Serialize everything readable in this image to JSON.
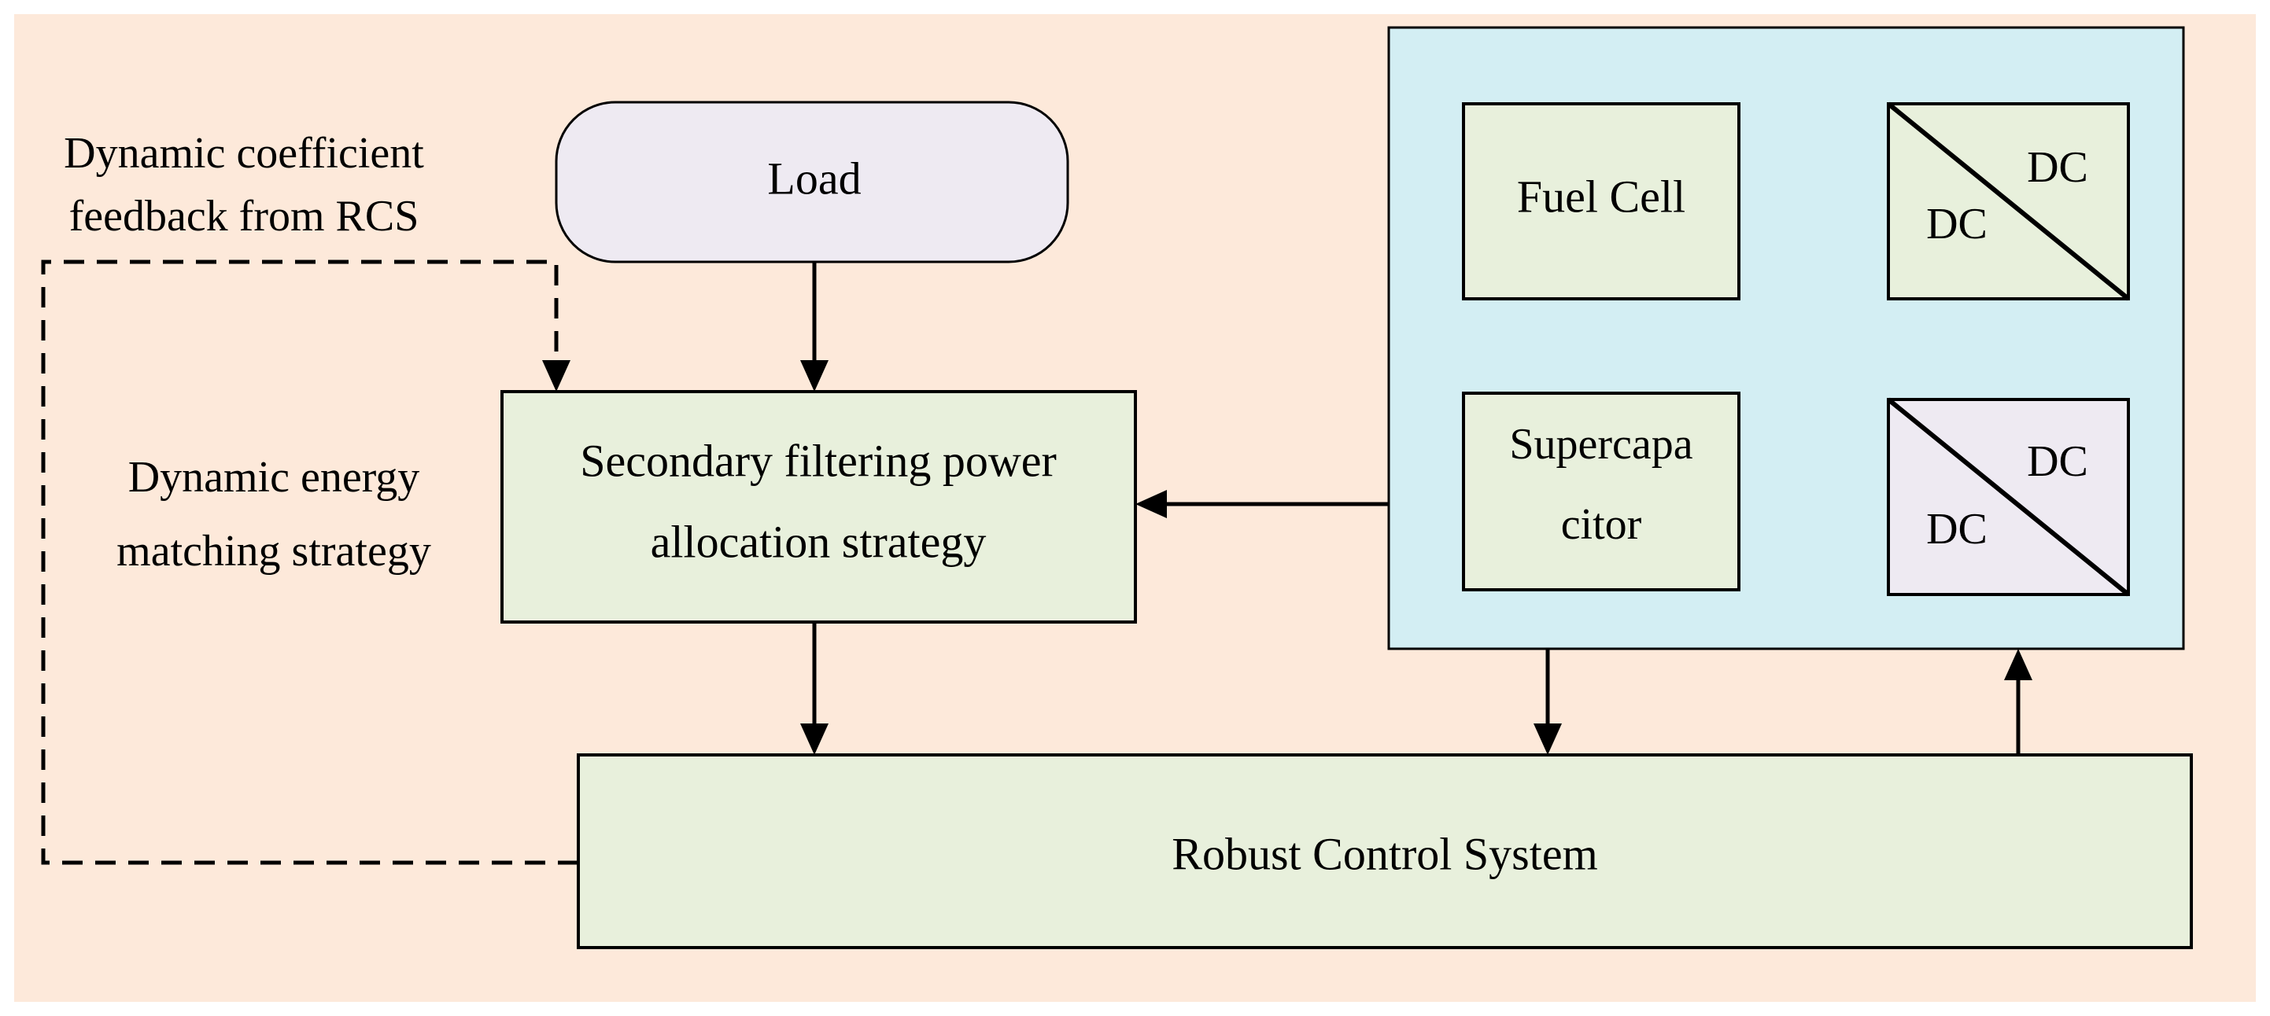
{
  "colors": {
    "background": "#fde9da",
    "green_box": "#e8f0dc",
    "lavender_box": "#eeeaf2",
    "cyan_panel": "#d3eef3",
    "stroke": "#000000"
  },
  "annotations": {
    "feedback_line1": "Dynamic coefficient",
    "feedback_line2": "feedback from RCS",
    "matching_line1": "Dynamic energy",
    "matching_line2": "matching strategy"
  },
  "nodes": {
    "load": "Load",
    "secondary_line1": "Secondary filtering power",
    "secondary_line2": "allocation strategy",
    "fuel_cell": "Fuel Cell",
    "supercap_line1": "Supercapa",
    "supercap_line2": "citor",
    "converter_top_out": "DC",
    "converter_top_in": "DC",
    "converter_bottom_out": "DC",
    "converter_bottom_in": "DC",
    "robust": "Robust Control System"
  }
}
